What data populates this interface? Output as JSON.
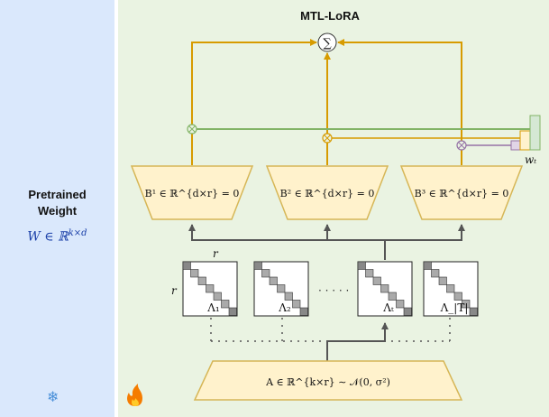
{
  "left": {
    "title_line1": "Pretrained",
    "title_line2": "Weight",
    "formula": "W ∈ ℝ^{k×d}",
    "icon": "snowflake-icon"
  },
  "main": {
    "title": "MTL-LoRA",
    "icon": "fire-icon",
    "sum_symbol": "∑",
    "b_blocks": [
      {
        "label": "B¹ ∈ ℝ^{d×r} = 0"
      },
      {
        "label": "B² ∈ ℝ^{d×r} = 0"
      },
      {
        "label": "B³ ∈ ℝ^{d×r} = 0"
      }
    ],
    "r_label": "r",
    "lambda_blocks": [
      {
        "label": "Λ₁"
      },
      {
        "label": "Λ₂"
      },
      {
        "label": "Λₜ"
      },
      {
        "label": "Λ_|T|"
      }
    ],
    "dots": "· · · · ·",
    "a_block_label": "A ∈ ℝ^{k×r} ∼ 𝒩(0, σ²)",
    "weight_label": "wₜ"
  },
  "colors": {
    "left_bg": "#dae8fc",
    "main_bg": "#eaf3e2",
    "block_fill": "#fff2cc",
    "block_stroke": "#d6b656",
    "orange": "#d79b00",
    "green": "#82b366",
    "purple": "#9673a6",
    "gray": "#555555"
  }
}
